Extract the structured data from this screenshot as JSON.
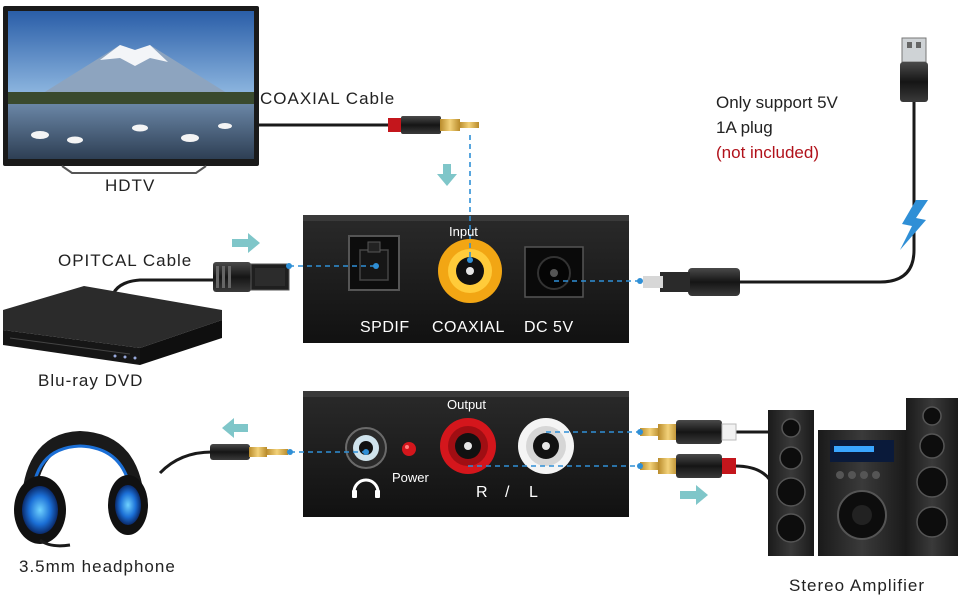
{
  "labels": {
    "coaxial_cable": "COAXIAL Cable",
    "hdtv": "HDTV",
    "optical_cable": "OPITCAL Cable",
    "bluray": "Blu-ray DVD",
    "power_note_line1": "Only support 5V",
    "power_note_line2": "1A plug",
    "power_note_line3": "(not included)",
    "headphone": "3.5mm headphone",
    "amplifier": "Stereo Amplifier"
  },
  "input_box": {
    "title": "Input",
    "spdif": "SPDIF",
    "coaxial": "COAXIAL",
    "dc": "DC 5V"
  },
  "output_box": {
    "title": "Output",
    "power": "Power",
    "r": "R",
    "slash": "/",
    "l": "L"
  },
  "colors": {
    "arrow": "#7fc6c9",
    "dashed": "#2f8fd6",
    "box": "#1c1c1c",
    "coax_ring": "#f2a614",
    "red_ring": "#d4161c",
    "note_red": "#b1111a",
    "bolt": "#2f8fd6"
  }
}
